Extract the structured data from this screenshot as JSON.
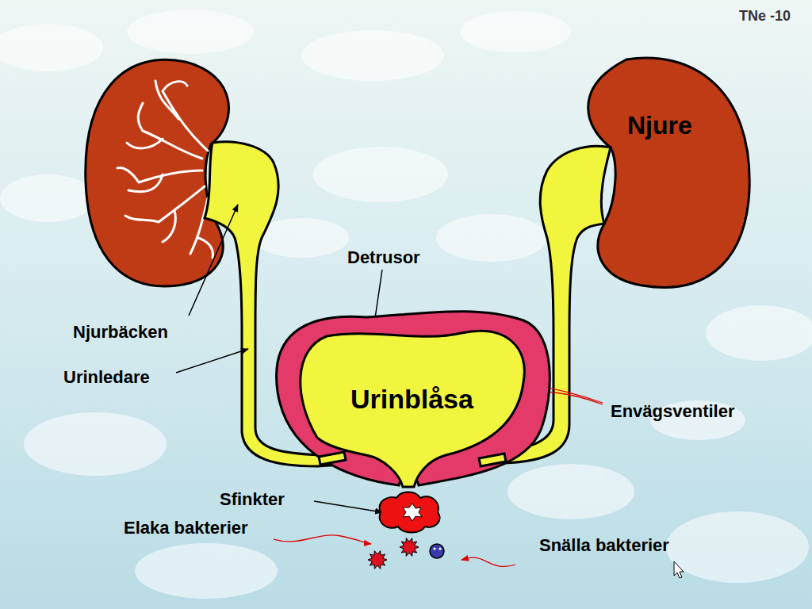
{
  "diagram": {
    "nodes": [
      {
        "text": [
          "Njure"
        ]
      },
      {
        "text": [
          "Urinblåsa"
        ]
      }
    ],
    "labels": [
      "TNe -10",
      "Detrusor",
      "Njurbäcken",
      "Urinledare",
      "Envägsventiler",
      "Sfinkter",
      "Elaka bakterier",
      "Snälla bakterier"
    ]
  }
}
